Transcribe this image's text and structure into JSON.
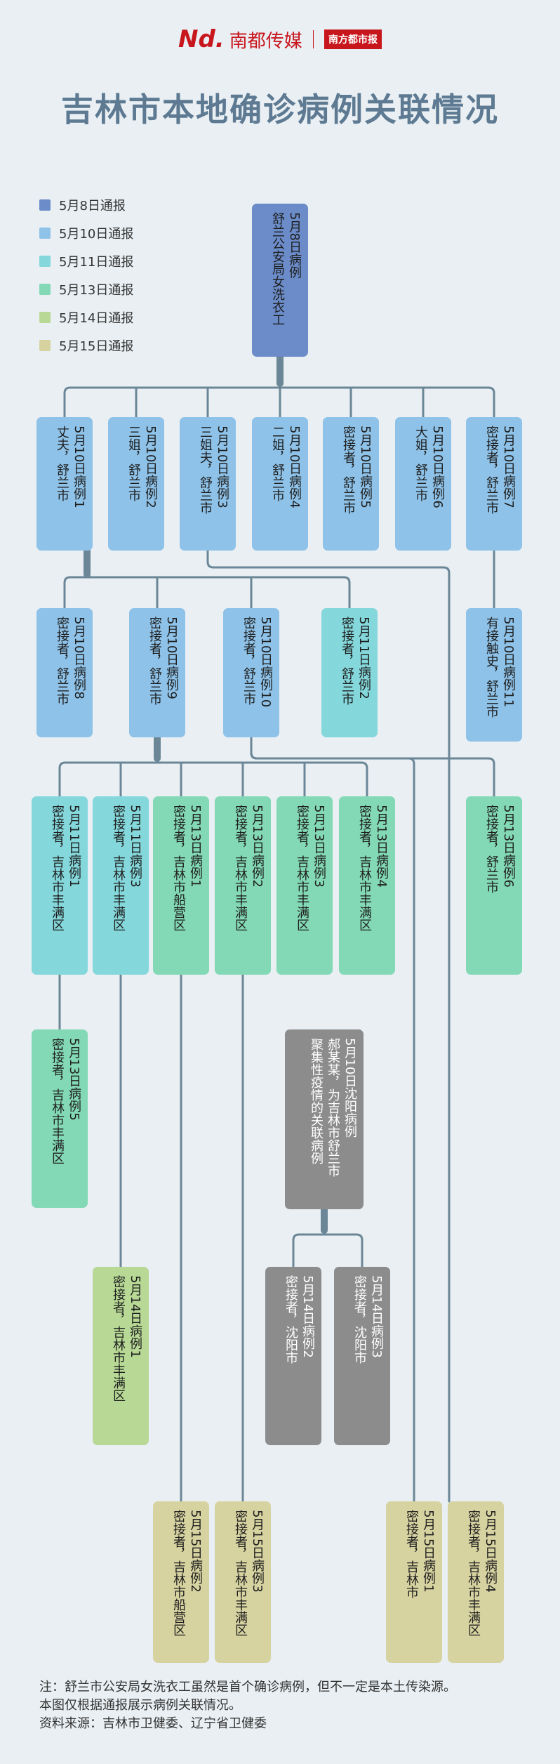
{
  "brand": {
    "logo": "Nd.",
    "name": "南都传媒",
    "daily": "南方都市报"
  },
  "title": "吉林市本地确诊病例关联情况",
  "colors": {
    "may8": "#6b8cc9",
    "may10": "#8ec2e8",
    "may11": "#84d7db",
    "may13": "#83d9b6",
    "may14": "#b7d995",
    "may15": "#d7d3a1",
    "shenyang": "#8c8c8c",
    "line": "#6b8797"
  },
  "legend": [
    {
      "label": "5月8日通报",
      "color": "#6b8cc9"
    },
    {
      "label": "5月10日通报",
      "color": "#8ec2e8"
    },
    {
      "label": "5月11日通报",
      "color": "#84d7db"
    },
    {
      "label": "5月13日通报",
      "color": "#83d9b6"
    },
    {
      "label": "5月14日通报",
      "color": "#b7d995"
    },
    {
      "label": "5月15日通报",
      "color": "#d7d3a1"
    }
  ],
  "nodes": {
    "root": {
      "lines": [
        "5月8日病例",
        "舒兰公安局女洗衣工"
      ]
    },
    "c1": {
      "lines": [
        "5月10日病例1",
        "丈夫，舒兰市"
      ]
    },
    "c2": {
      "lines": [
        "5月10日病例2",
        "三姐，舒兰市"
      ]
    },
    "c3": {
      "lines": [
        "5月10日病例3",
        "三姐夫，舒兰市"
      ]
    },
    "c4": {
      "lines": [
        "5月10日病例4",
        "二姐，舒兰市"
      ]
    },
    "c5": {
      "lines": [
        "5月10日病例5",
        "密接者，舒兰市"
      ]
    },
    "c6": {
      "lines": [
        "5月10日病例6",
        "大姐，舒兰市"
      ]
    },
    "c7": {
      "lines": [
        "5月10日病例7",
        "密接者，舒兰市"
      ]
    },
    "c8": {
      "lines": [
        "5月10日病例8",
        "密接者，舒兰市"
      ]
    },
    "c9": {
      "lines": [
        "5月10日病例9",
        "密接者，舒兰市"
      ]
    },
    "c10": {
      "lines": [
        "5月10日病例10",
        "密接者，舒兰市"
      ]
    },
    "e2": {
      "lines": [
        "5月11日病例2",
        "密接者，舒兰市"
      ]
    },
    "c11": {
      "lines": [
        "5月10日病例11",
        "有接触史，舒兰市"
      ]
    },
    "e1": {
      "lines": [
        "5月11日病例1",
        "密接者，吉林市丰满区"
      ]
    },
    "e3": {
      "lines": [
        "5月11日病例3",
        "密接者，吉林市丰满区"
      ]
    },
    "f1": {
      "lines": [
        "5月13日病例1",
        "密接者，吉林市船营区"
      ]
    },
    "f2": {
      "lines": [
        "5月13日病例2",
        "密接者，吉林市丰满区"
      ]
    },
    "f3": {
      "lines": [
        "5月13日病例3",
        "密接者，吉林市丰满区"
      ]
    },
    "f4": {
      "lines": [
        "5月13日病例4",
        "密接者，吉林市丰满区"
      ]
    },
    "f6": {
      "lines": [
        "5月13日病例6",
        "密接者，舒兰市"
      ]
    },
    "f5": {
      "lines": [
        "5月13日病例5",
        "密接者，吉林市丰满区"
      ]
    },
    "sy": {
      "lines": [
        "5月10日沈阳病例",
        "郝某某，为吉林市舒兰市",
        "聚集性疫情的关联病例"
      ]
    },
    "g1": {
      "lines": [
        "5月14日病例1",
        "密接者，吉林市丰满区"
      ]
    },
    "g2": {
      "lines": [
        "5月14日病例2",
        "密接者，沈阳市"
      ]
    },
    "g3": {
      "lines": [
        "5月14日病例3",
        "密接者，沈阳市"
      ]
    },
    "h2": {
      "lines": [
        "5月15日病例2",
        "密接者，吉林市船营区"
      ]
    },
    "h3": {
      "lines": [
        "5月15日病例3",
        "密接者，吉林市丰满区"
      ]
    },
    "h1": {
      "lines": [
        "5月15日病例1",
        "密接者，吉林市"
      ]
    },
    "h4": {
      "lines": [
        "5月15日病例4",
        "密接者，吉林市丰满区"
      ]
    }
  },
  "footnote": [
    "注：舒兰市公安局女洗衣工虽然是首个确诊病例，但不一定是本土传染源。",
    "本图仅根据通报展示病例关联情况。",
    "资料来源：吉林市卫健委、辽宁省卫健委"
  ]
}
